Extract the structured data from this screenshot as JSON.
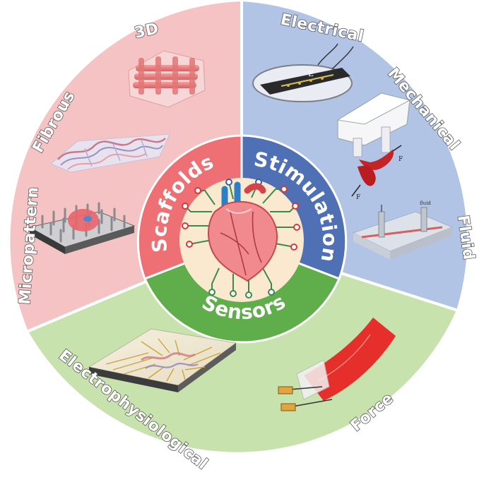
{
  "center": {
    "scaffolds": "Scaffolds",
    "stimulation": "Stimulation",
    "sensors": "Sensors"
  },
  "scaffolds_panel": {
    "labels": [
      "3D",
      "Fibrous",
      "Micropattern"
    ]
  },
  "stimulation_panel": {
    "labels": [
      "Electrical",
      "Mechanical",
      "Fluid"
    ]
  },
  "sensors_panel": {
    "labels": [
      "Electrophysiological",
      "Force"
    ]
  },
  "image_labels": {
    "electrical_field": "E",
    "force": "F",
    "fluid": "fluid"
  },
  "colors": {
    "scaffolds_outer": "#f6c3c4",
    "scaffolds_inner": "#ee6f74",
    "stimulation_outer": "#b1c4e6",
    "stimulation_inner": "#4f70b5",
    "sensors_outer": "#c7e2ad",
    "sensors_inner": "#5fae4b",
    "center": "#fbe9cf"
  }
}
